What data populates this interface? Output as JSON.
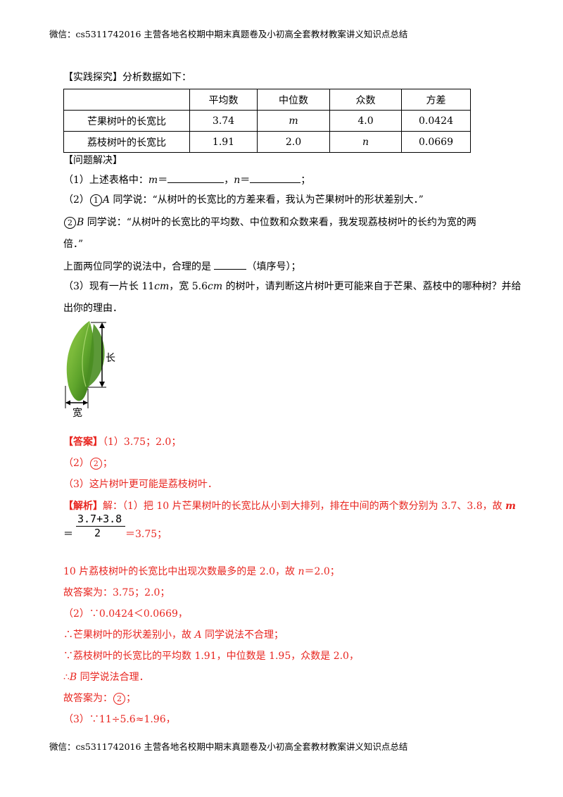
{
  "header": {
    "text": "微信：cs5311742016  主营各地名校期中期末真题卷及小初高全套教材教案讲义知识点总结"
  },
  "footer": {
    "text": "微信：cs5311742016  主营各地名校期中期末真题卷及小初高全套教材教案讲义知识点总结"
  },
  "practice": {
    "label": "【实践探究】分析数据如下："
  },
  "table": {
    "headers": [
      "",
      "平均数",
      "中位数",
      "众数",
      "方差"
    ],
    "rows": [
      [
        "芒果树叶的长宽比",
        "3.74",
        "m",
        "4.0",
        "0.0424"
      ],
      [
        "荔枝树叶的长宽比",
        "1.91",
        "2.0",
        "n",
        "0.0669"
      ]
    ]
  },
  "problem": {
    "heading": "【问题解决】",
    "q1_prefix": "（1）上述表格中：",
    "q1_m": "m",
    "q1_eq": "＝",
    "q1_sep": "，",
    "q1_n": "n",
    "q1_end": "；",
    "q2_prefix": "（2）",
    "q2_a_circ": "1",
    "q2_a_person": "A",
    "q2_a_text": " 同学说：“从树叶的长宽比的方差来看，我认为芒果树叶的形状差别大．”",
    "q2_b_circ": "2",
    "q2_b_person": "B",
    "q2_b_text": " 同学说：“从树叶的长宽比的平均数、中位数和众数来看，我发现荔枝树叶的长约为宽的两",
    "q2_b_text2": "倍．”",
    "q2_reason_a": "上面两位同学的说法中，合理的是 ",
    "q2_reason_b": "（填序号）；",
    "q3_a": "（3）现有一片长 11",
    "q3_unit1": "cm",
    "q3_b": "，宽 5.6",
    "q3_unit2": "cm",
    "q3_c": " 的树叶，请判断这片树叶更可能来自于芒果、荔枝中的哪种树？并给",
    "q3_line2": "出你的理由．"
  },
  "figure": {
    "length_label": "长",
    "width_label": "宽"
  },
  "answer": {
    "tag": "【答案】",
    "a1": "（1）3.75；2.0；",
    "a2_prefix": "（2）",
    "a2_circ": "2",
    "a2_end": "；",
    "a3": "（3）这片树叶更可能是荔枝树叶．"
  },
  "analysis": {
    "tag": "【解析】",
    "l1": "解：（1）把 10 片芒果树叶的长宽比从小到大排列，排在中间的两个数分别为 3.7、3.8，故 ",
    "l1_var": "m",
    "frac_num": "3.7+3.8",
    "frac_den": "2",
    "frac_eq": "＝",
    "frac_res": "＝3.75；",
    "l2a": "10 片荔枝树叶的长宽比中出现次数最多的是 2.0，故 ",
    "l2_var": "n",
    "l2b": "＝2.0；",
    "l3": "故答案为：3.75；2.0；",
    "l4": "（2）∵0.0424＜0.0669，",
    "l5a": "∴芒果树叶的形状差别小，故 ",
    "l5_var": "A",
    "l5b": " 同学说法不合理；",
    "l6": "∵荔枝树叶的长宽比的平均数 1.91，中位数是 1.95，众数是 2.0，",
    "l7a": "∴",
    "l7_var": "B",
    "l7b": " 同学说法合理．",
    "l8a": "故答案为：",
    "l8_circ": "2",
    "l8b": "；",
    "l9": "（3）∵11÷5.6≈1.96，"
  }
}
